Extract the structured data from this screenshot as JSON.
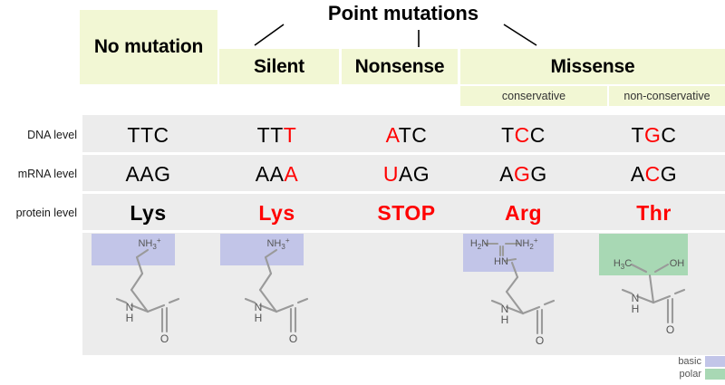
{
  "title": "Point mutations",
  "header": {
    "no_mutation": "No mutation",
    "silent": "Silent",
    "nonsense": "Nonsense",
    "missense": "Missense",
    "conservative": "conservative",
    "non_conservative": "non-conservative"
  },
  "row_labels": {
    "dna": "DNA level",
    "mrna": "mRNA level",
    "protein": "protein level"
  },
  "columns": [
    {
      "key": "no-mutation",
      "dna": [
        {
          "t": "TTC",
          "red": false
        }
      ],
      "mrna": [
        {
          "t": "AAG",
          "red": false
        }
      ],
      "protein": {
        "text": "Lys",
        "red": false
      },
      "molecule": "lysine",
      "highlight": "basic"
    },
    {
      "key": "silent",
      "dna": [
        {
          "t": "TT",
          "red": false
        },
        {
          "t": "T",
          "red": true
        }
      ],
      "mrna": [
        {
          "t": "AA",
          "red": false
        },
        {
          "t": "A",
          "red": true
        }
      ],
      "protein": {
        "text": "Lys",
        "red": true
      },
      "molecule": "lysine",
      "highlight": "basic"
    },
    {
      "key": "nonsense",
      "dna": [
        {
          "t": "A",
          "red": true
        },
        {
          "t": "TC",
          "red": false
        }
      ],
      "mrna": [
        {
          "t": "U",
          "red": true
        },
        {
          "t": "AG",
          "red": false
        }
      ],
      "protein": {
        "text": "STOP",
        "red": true
      },
      "molecule": "none",
      "highlight": "none"
    },
    {
      "key": "conservative",
      "dna": [
        {
          "t": "T",
          "red": false
        },
        {
          "t": "C",
          "red": true
        },
        {
          "t": "C",
          "red": false
        }
      ],
      "mrna": [
        {
          "t": "A",
          "red": false
        },
        {
          "t": "G",
          "red": true
        },
        {
          "t": "G",
          "red": false
        }
      ],
      "protein": {
        "text": "Arg",
        "red": true
      },
      "molecule": "arginine",
      "highlight": "basic"
    },
    {
      "key": "non-conservative",
      "dna": [
        {
          "t": "T",
          "red": false
        },
        {
          "t": "G",
          "red": true
        },
        {
          "t": "C",
          "red": false
        }
      ],
      "mrna": [
        {
          "t": "A",
          "red": false
        },
        {
          "t": "C",
          "red": true
        },
        {
          "t": "G",
          "red": false
        }
      ],
      "protein": {
        "text": "Thr",
        "red": true
      },
      "molecule": "threonine",
      "highlight": "polar"
    }
  ],
  "molecule_labels": {
    "lysine": [
      "NH",
      "3",
      "+"
    ],
    "arginine": [
      "H",
      "2",
      "N",
      "NH",
      "2",
      "+",
      "HN"
    ],
    "threonine": [
      "H",
      "3",
      "C",
      "OH"
    ],
    "backbone": [
      "N",
      "H",
      "O"
    ]
  },
  "legend": [
    {
      "label": "basic",
      "color": "#c2c5e8"
    },
    {
      "label": "polar",
      "color": "#a8d8b4"
    }
  ],
  "colors": {
    "header_bg": "#f2f7d4",
    "table_bg": "#ececec",
    "mutation_red": "#ff0000",
    "basic": "#c2c5e8",
    "polar": "#a8d8b4"
  }
}
